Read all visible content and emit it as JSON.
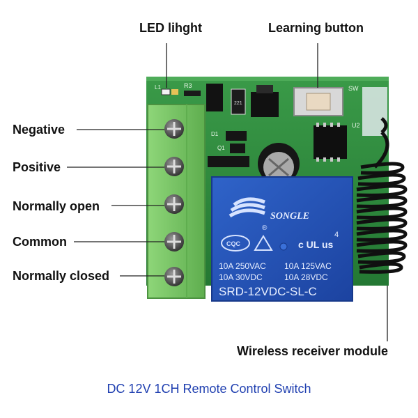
{
  "callouts": {
    "led": "LED lihght",
    "learning_button": "Learning button",
    "negative": "Negative",
    "positive": "Positive",
    "normally_open": "Normally open",
    "common": "Common",
    "normally_closed": "Normally closed",
    "wireless_module": "Wireless receiver module"
  },
  "pcb_silkscreen": {
    "l1": "L1",
    "r3": "R3",
    "sw": "SW",
    "u2": "U2",
    "d1": "D1",
    "q1": "Q1",
    "cap_code": "221"
  },
  "relay": {
    "brand": "SONGLE",
    "cqc": "CQC",
    "ul_mark": "c UL us",
    "ul_digit": "4",
    "rating_row1_left": "10A 250VAC",
    "rating_row1_right": "10A 125VAC",
    "rating_row2_left": "10A 30VDC",
    "rating_row2_right": "10A 28VDC",
    "model": "SRD-12VDC-SL-C"
  },
  "caption": "DC 12V 1CH Remote Control Switch",
  "colors": {
    "pcb": "#2e8b3e",
    "terminal_block": "#7dc86a",
    "relay": "#2552b5",
    "caption": "#1f3fb0"
  }
}
